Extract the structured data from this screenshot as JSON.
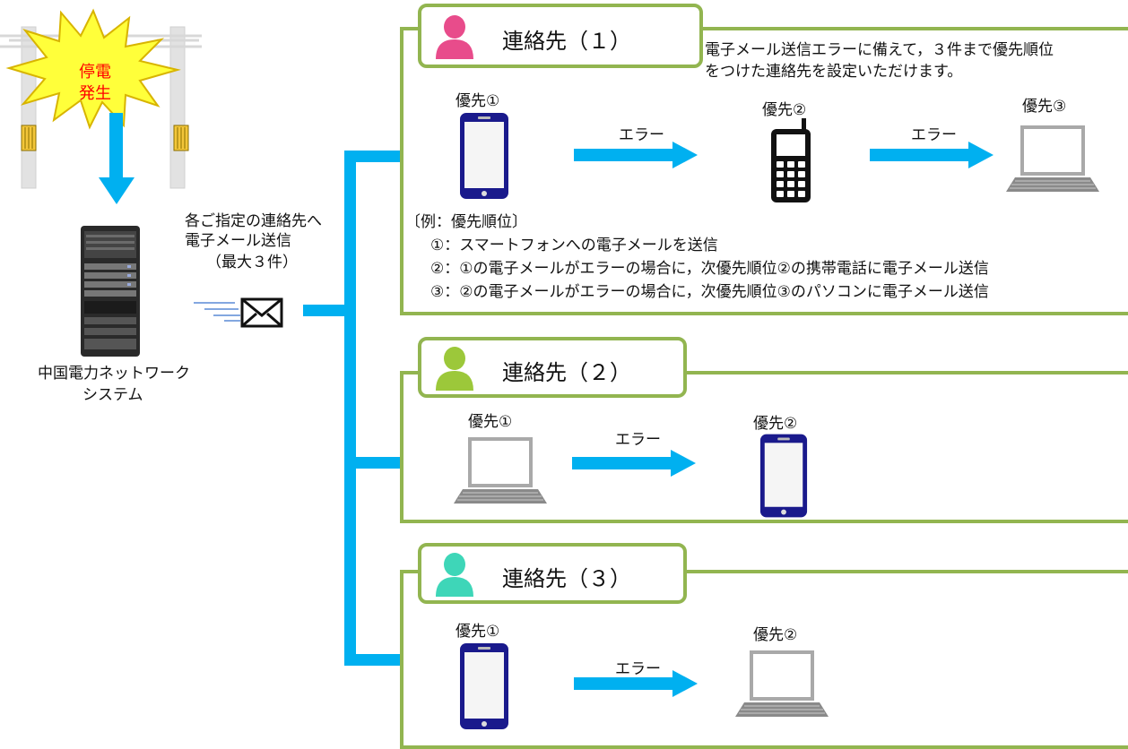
{
  "outage": {
    "line1": "停電",
    "line2": "発生"
  },
  "system": {
    "label_line1": "中国電力ネットワーク",
    "label_line2": "システム"
  },
  "send": {
    "line1": "各ご指定の連絡先へ",
    "line2": "電子メール送信",
    "line3": "（最大３件）"
  },
  "contact1": {
    "title": "連絡先（１）",
    "note_line1": "電子メール送信エラーに備えて，３件まで優先順位",
    "note_line2": "をつけた連絡先を設定いただけます。",
    "prio1": "優先①",
    "prio2": "優先②",
    "prio3": "優先③",
    "error1": "エラー",
    "error2": "エラー",
    "example_title": "〔例：優先順位〕",
    "example_1": "①：スマートフォンへの電子メールを送信",
    "example_2": "②：①の電子メールがエラーの場合に，次優先順位②の携帯電話に電子メール送信",
    "example_3": "③：②の電子メールがエラーの場合に，次優先順位③のパソコンに電子メール送信"
  },
  "contact2": {
    "title": "連絡先（２）",
    "prio1": "優先①",
    "prio2": "優先②",
    "error1": "エラー"
  },
  "contact3": {
    "title": "連絡先（３）",
    "prio1": "優先①",
    "prio2": "優先②",
    "error1": "エラー"
  },
  "colors": {
    "panel_border": "#92b550",
    "arrow": "#00b0f0",
    "phone": "#1a1a8c",
    "person1": "#e84c8b",
    "person2": "#9cc83a",
    "person3": "#3ed6b8",
    "burst": "#ffff3a"
  },
  "icons": [
    "pole-icon",
    "burst-icon",
    "server-icon",
    "envelope-icon",
    "person-icon",
    "smartphone-icon",
    "feature-phone-icon",
    "laptop-icon",
    "arrow-icon"
  ]
}
